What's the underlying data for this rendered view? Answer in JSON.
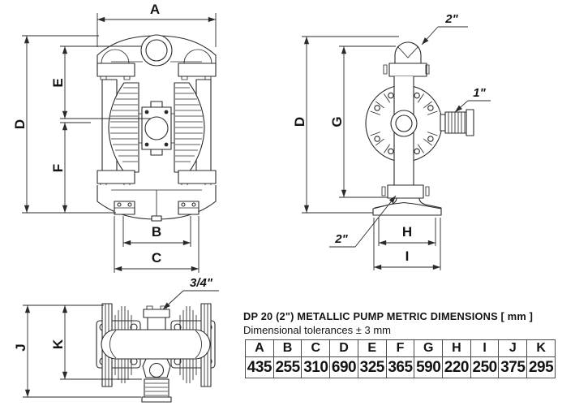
{
  "drawing": {
    "front_view": {
      "dims": {
        "a": "A",
        "b": "B",
        "c": "C",
        "d": "D",
        "e": "E",
        "f": "F"
      }
    },
    "side_view": {
      "dims": {
        "d": "D",
        "g": "G",
        "h": "H",
        "i": "I"
      },
      "ports": {
        "top": "2\"",
        "air": "1\"",
        "bottom": "2\""
      }
    },
    "top_view": {
      "dims": {
        "j": "J",
        "k": "K"
      },
      "ports": {
        "exhaust": "3/4\""
      }
    }
  },
  "table": {
    "title": "DP 20 (2\") METALLIC PUMP METRIC DIMENSIONS [ mm ]",
    "subtitle": "Dimensional tolerances ± 3 mm",
    "headers": [
      "A",
      "B",
      "C",
      "D",
      "E",
      "F",
      "G",
      "H",
      "I",
      "J",
      "K"
    ],
    "values": [
      "435",
      "255",
      "310",
      "690",
      "325",
      "365",
      "590",
      "220",
      "250",
      "375",
      "295"
    ]
  },
  "colors": {
    "line": "#2a2a2a",
    "background": "#ffffff",
    "table_border": "#4a4a4a"
  }
}
